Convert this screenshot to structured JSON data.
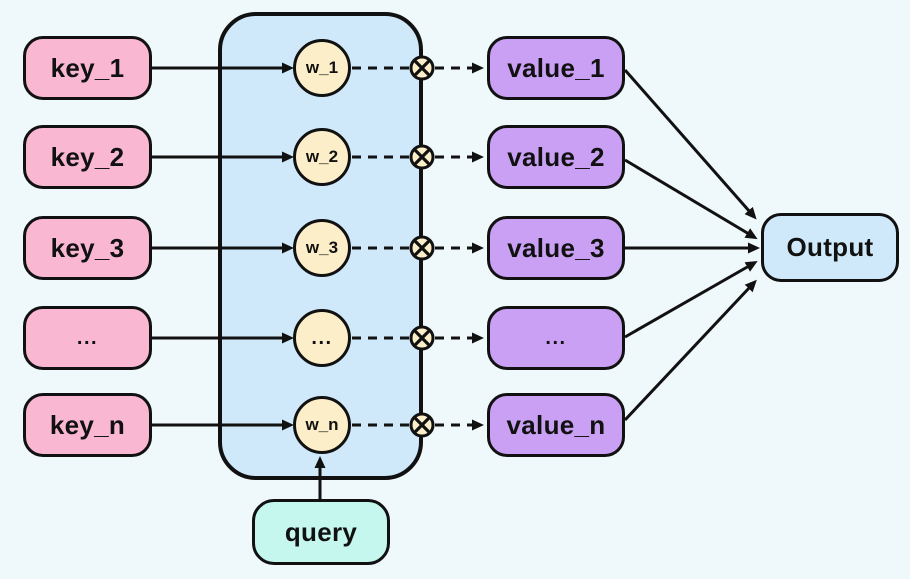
{
  "colors": {
    "background": "#eff8fb",
    "key-fill": "#f9b7d2",
    "panel-fill": "#cfe9fa",
    "weight-fill": "#fbeec9",
    "value-fill": "#c9a0f3",
    "output-fill": "#cfe9fa",
    "query-fill": "#c6f7ef",
    "stroke": "#111111"
  },
  "rows": [
    {
      "key": "key_1",
      "weight": "w_1",
      "value": "value_1"
    },
    {
      "key": "key_2",
      "weight": "w_2",
      "value": "value_2"
    },
    {
      "key": "key_3",
      "weight": "w_3",
      "value": "value_3"
    },
    {
      "key": "...",
      "weight": "...",
      "value": "..."
    },
    {
      "key": "key_n",
      "weight": "w_n",
      "value": "value_n"
    }
  ],
  "output_label": "Output",
  "query_label": "query",
  "icons": {
    "multiply": "⊗"
  }
}
